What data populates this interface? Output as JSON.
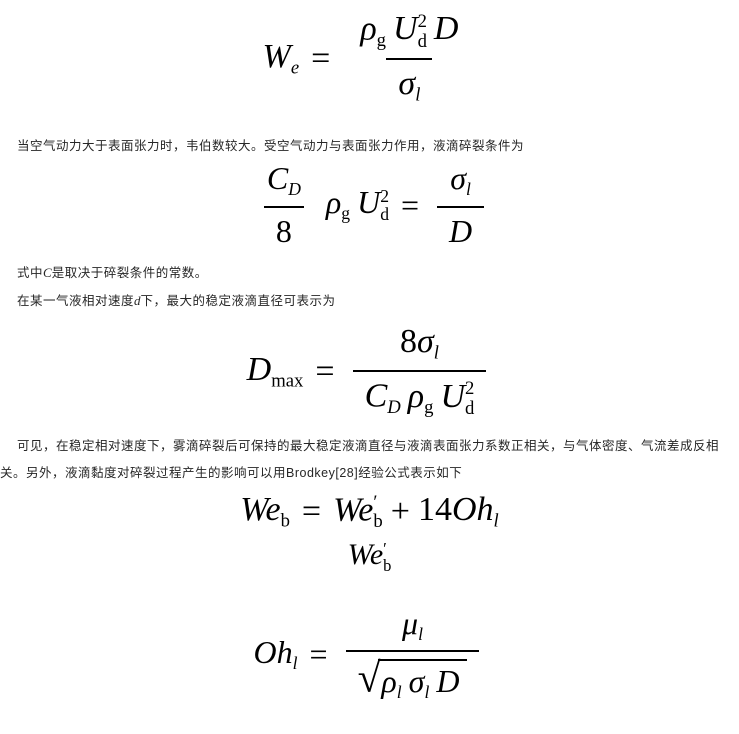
{
  "document": {
    "background": "#ffffff",
    "text_color": "#262626",
    "math_color": "#000000"
  },
  "paragraphs": {
    "p1": "当空气动力大于表面张力时，韦伯数较大。受空气动力与表面张力作用，液滴碎裂条件为",
    "p2_pre": "式中",
    "p2_var": "C",
    "p2_post": "是取决于碎裂条件的常数。",
    "p3_pre": "在某一气液相对速度",
    "p3_var": "d",
    "p3_post": "下，最大的稳定液滴直径可表示为",
    "p4": "可见，在稳定相对速度下，雾滴碎裂后可保持的最大稳定液滴直径与液滴表面张力系数正相关，与气体密度、气流差成反相关。另外，液滴黏度对碎裂过程产生的影响可以用Brodkey[28]经验公式表示如下"
  },
  "formulas": {
    "weber": {
      "lhs": "W",
      "lhs_sub": "e",
      "eq": "=",
      "rho": "ρ",
      "rho_sub": "g",
      "U": "U",
      "U_sup": "2",
      "U_sub": "d",
      "D": "D",
      "sigma": "σ",
      "sigma_sub": "l"
    },
    "breakup": {
      "C": "C",
      "C_sub": "D",
      "eight": "8",
      "rho": "ρ",
      "rho_sub": "g",
      "U": "U",
      "U_sup": "2",
      "U_sub": "d",
      "eq": "=",
      "sigma": "σ",
      "sigma_sub": "l",
      "D": "D"
    },
    "dmax": {
      "lhs": "D",
      "lhs_sub": "max",
      "eq": "=",
      "num_coef": "8",
      "num_sigma": "σ",
      "num_sigma_sub": "l",
      "C": "C",
      "C_sub": "D",
      "rho": "ρ",
      "rho_sub": "g",
      "U": "U",
      "U_sup": "2",
      "U_sub": "d"
    },
    "brodkey": {
      "lhs": "We",
      "lhs_sub": "b",
      "eq": "=",
      "rhs": "We",
      "rhs_prime": "′",
      "rhs_sub": "b",
      "plus": "+",
      "coef": "14",
      "oh": "Oh",
      "oh_sub": "l"
    },
    "we_prime": {
      "base": "We",
      "prime": "′",
      "sub": "b"
    },
    "ohnesorge": {
      "lhs": "Oh",
      "lhs_sub": "l",
      "eq": "=",
      "mu": "μ",
      "mu_sub": "l",
      "radical": "√",
      "rho": "ρ",
      "rho_sub": "l",
      "sigma": "σ",
      "sigma_sub": "l",
      "D": "D"
    }
  }
}
